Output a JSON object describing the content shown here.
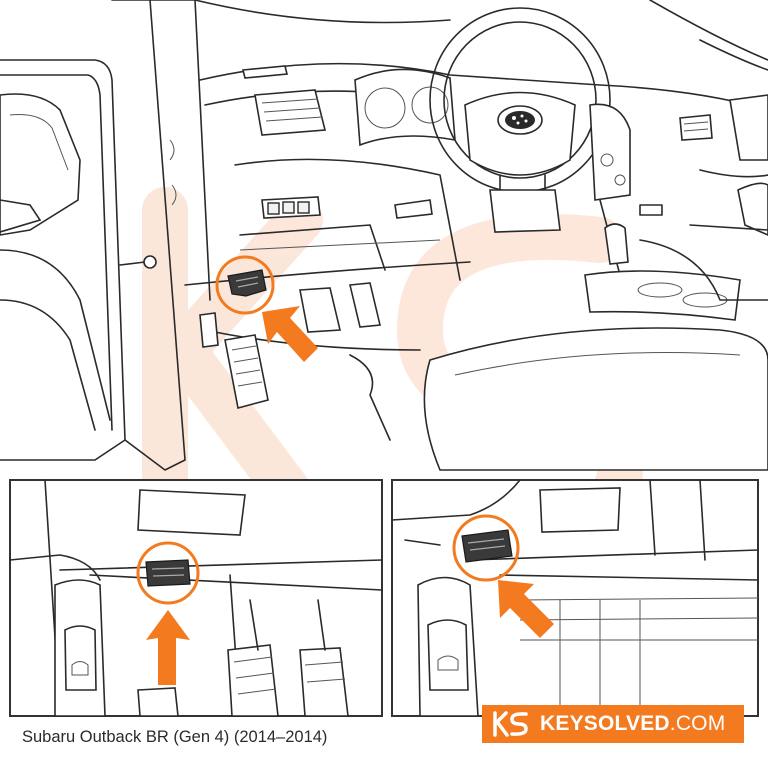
{
  "caption": "Subaru Outback BR (Gen 4) (2014–2014)",
  "brand": {
    "name_bold": "KEYSOLVED",
    "name_light": ".COM"
  },
  "colors": {
    "accent": "#F47A20",
    "watermark": "#FBE3D4",
    "line": "#2A2A2A",
    "panel_border": "#333333"
  },
  "icons": {
    "logo": "ks-logo-icon",
    "arrow": "arrow-icon",
    "port": "obd-port-icon",
    "highlight": "highlight-ring-icon",
    "steering_badge": "subaru-badge-icon"
  }
}
